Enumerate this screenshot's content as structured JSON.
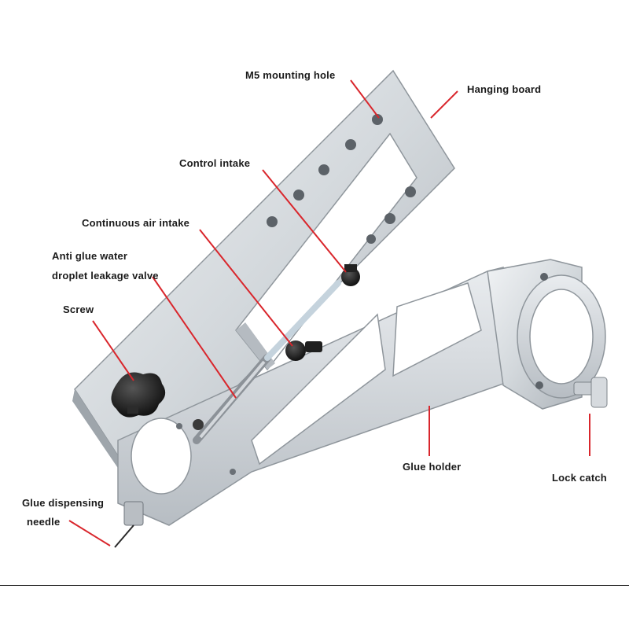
{
  "labels": {
    "m5_mounting_hole": "M5 mounting hole",
    "hanging_board": "Hanging board",
    "control_intake": "Control intake",
    "continuous_air_intake": "Continuous air intake",
    "anti_glue_line1": "Anti glue water",
    "anti_glue_line2": "droplet leakage valve",
    "screw": "Screw",
    "glue_holder": "Glue holder",
    "lock_catch": "Lock catch",
    "glue_needle_line1": "Glue dispensing",
    "glue_needle_line2": "needle"
  },
  "colors": {
    "leader_line": "#d9262c",
    "metal_light": "#e4e7ea",
    "metal_mid": "#c7ccd1",
    "metal_dark": "#9aa1a8",
    "knob": "#1c1c1c"
  }
}
